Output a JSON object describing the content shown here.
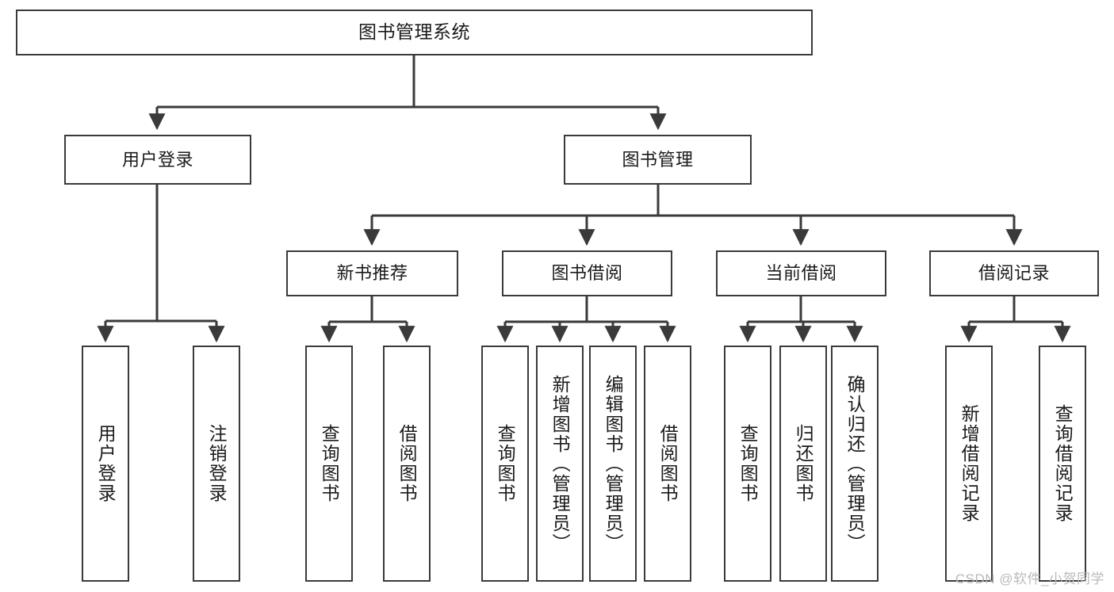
{
  "diagram": {
    "title": "图书管理系统",
    "type": "tree-hierarchy-chart",
    "nodes": {
      "root": {
        "label": "图书管理系统"
      },
      "level2": [
        {
          "id": "user-login",
          "label": "用户登录"
        },
        {
          "id": "book-management",
          "label": "图书管理"
        }
      ],
      "level3": [
        {
          "id": "new-book-recommend",
          "label": "新书推荐"
        },
        {
          "id": "book-borrow",
          "label": "图书借阅"
        },
        {
          "id": "current-borrow",
          "label": "当前借阅"
        },
        {
          "id": "borrow-record",
          "label": "借阅记录"
        }
      ],
      "leaves": [
        {
          "id": "leaf-user-login",
          "label": "用户登录"
        },
        {
          "id": "leaf-logout-login",
          "label": "注销登录"
        },
        {
          "id": "leaf-query-book-1",
          "label": "查询图书"
        },
        {
          "id": "leaf-borrow-book-1",
          "label": "借阅图书"
        },
        {
          "id": "leaf-query-book-2",
          "label": "查询图书"
        },
        {
          "id": "leaf-add-book",
          "label": "新增图书（管理员）"
        },
        {
          "id": "leaf-edit-book",
          "label": "编辑图书（管理员）"
        },
        {
          "id": "leaf-borrow-book-2",
          "label": "借阅图书"
        },
        {
          "id": "leaf-query-book-3",
          "label": "查询图书"
        },
        {
          "id": "leaf-return-book",
          "label": "归还图书"
        },
        {
          "id": "leaf-confirm-return",
          "label": "确认归还（管理员）"
        },
        {
          "id": "leaf-add-record",
          "label": "新增借阅记录"
        },
        {
          "id": "leaf-query-record",
          "label": "查询借阅记录"
        }
      ]
    },
    "colors": {
      "border": "#3a3a3a",
      "text": "#1a1a1a",
      "background": "#ffffff",
      "edge": "#3a3a3a",
      "watermark": "#b9b9b9"
    }
  },
  "watermark": {
    "text": "CSDN @软件_小贺同学"
  }
}
